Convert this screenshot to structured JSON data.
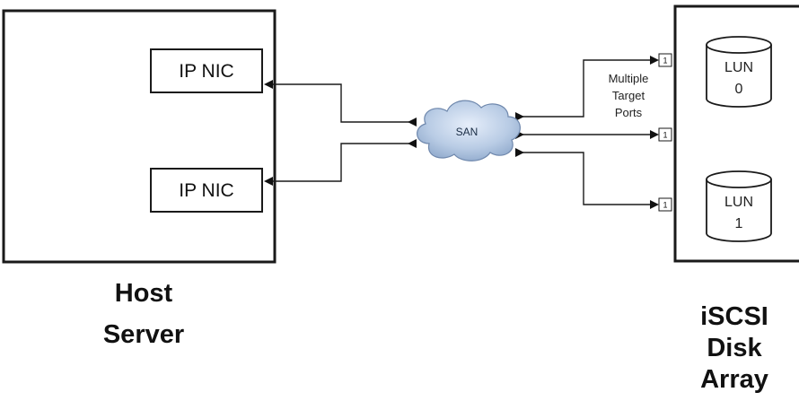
{
  "host": {
    "label_line1": "Host",
    "label_line2": "Server",
    "nics": [
      {
        "label": "IP NIC"
      },
      {
        "label": "IP NIC"
      }
    ]
  },
  "san": {
    "label": "SAN"
  },
  "target_ports_label": {
    "line1": "Multiple",
    "line2": "Target",
    "line3": "Ports"
  },
  "array": {
    "label_line1": "iSCSI",
    "label_line2": "Disk",
    "label_line3": "Array",
    "ports": [
      "1",
      "1",
      "1"
    ],
    "luns": [
      {
        "name": "LUN",
        "id": "0"
      },
      {
        "name": "LUN",
        "id": "1"
      }
    ]
  }
}
